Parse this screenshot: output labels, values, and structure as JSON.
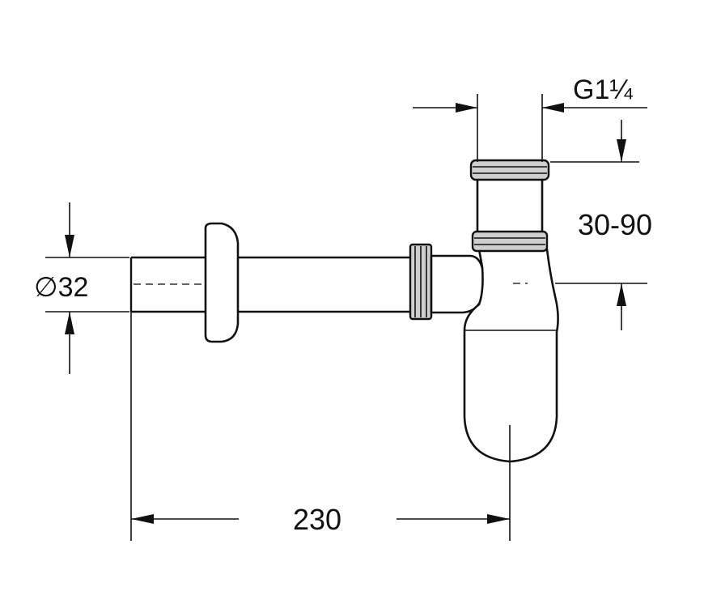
{
  "dimensions": {
    "thread": "G1¼",
    "height_range": "30-90",
    "pipe_diameter": "∅32",
    "length": "230"
  }
}
